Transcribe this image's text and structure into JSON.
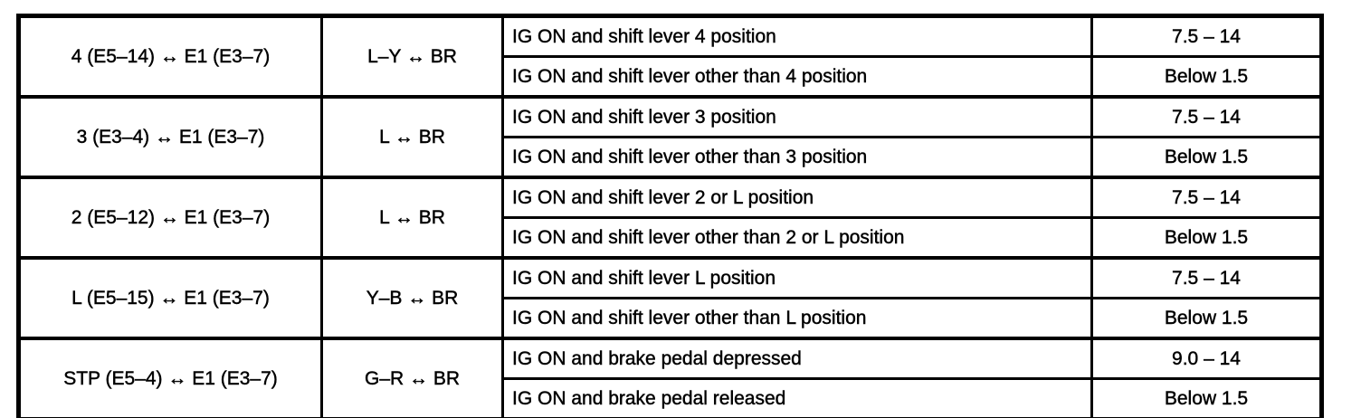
{
  "page_bg": "#ffffff",
  "ink_color": "#000000",
  "table": {
    "columns": [
      "terminal",
      "wire_color",
      "condition",
      "specified_value"
    ],
    "groups": [
      {
        "terminal": "4 (E5–14) ↔ E1 (E3–7)",
        "wire": "L–Y ↔ BR",
        "rows": [
          {
            "condition": "IG ON and shift lever 4 position",
            "value": "7.5 – 14"
          },
          {
            "condition": "IG ON and shift lever other than 4 position",
            "value": "Below 1.5"
          }
        ]
      },
      {
        "terminal": "3 (E3–4) ↔ E1 (E3–7)",
        "wire": "L ↔ BR",
        "rows": [
          {
            "condition": "IG ON and shift lever 3 position",
            "value": "7.5 – 14"
          },
          {
            "condition": "IG ON and shift lever other than 3 position",
            "value": "Below 1.5"
          }
        ]
      },
      {
        "terminal": "2 (E5–12) ↔ E1 (E3–7)",
        "wire": "L ↔ BR",
        "rows": [
          {
            "condition": "IG ON and shift lever 2 or L position",
            "value": "7.5 – 14"
          },
          {
            "condition": "IG ON and shift lever other than 2 or L position",
            "value": "Below 1.5"
          }
        ]
      },
      {
        "terminal": "L (E5–15) ↔ E1 (E3–7)",
        "wire": "Y–B ↔ BR",
        "rows": [
          {
            "condition": "IG ON and shift lever L position",
            "value": "7.5 – 14"
          },
          {
            "condition": "IG ON and shift lever other than L position",
            "value": "Below 1.5"
          }
        ]
      },
      {
        "terminal": "STP (E5–4) ↔ E1 (E3–7)",
        "wire": "G–R ↔ BR",
        "rows": [
          {
            "condition": "IG ON and brake pedal depressed",
            "value": "9.0 – 14"
          },
          {
            "condition": "IG ON and brake pedal released",
            "value": "Below 1.5"
          }
        ]
      }
    ]
  }
}
